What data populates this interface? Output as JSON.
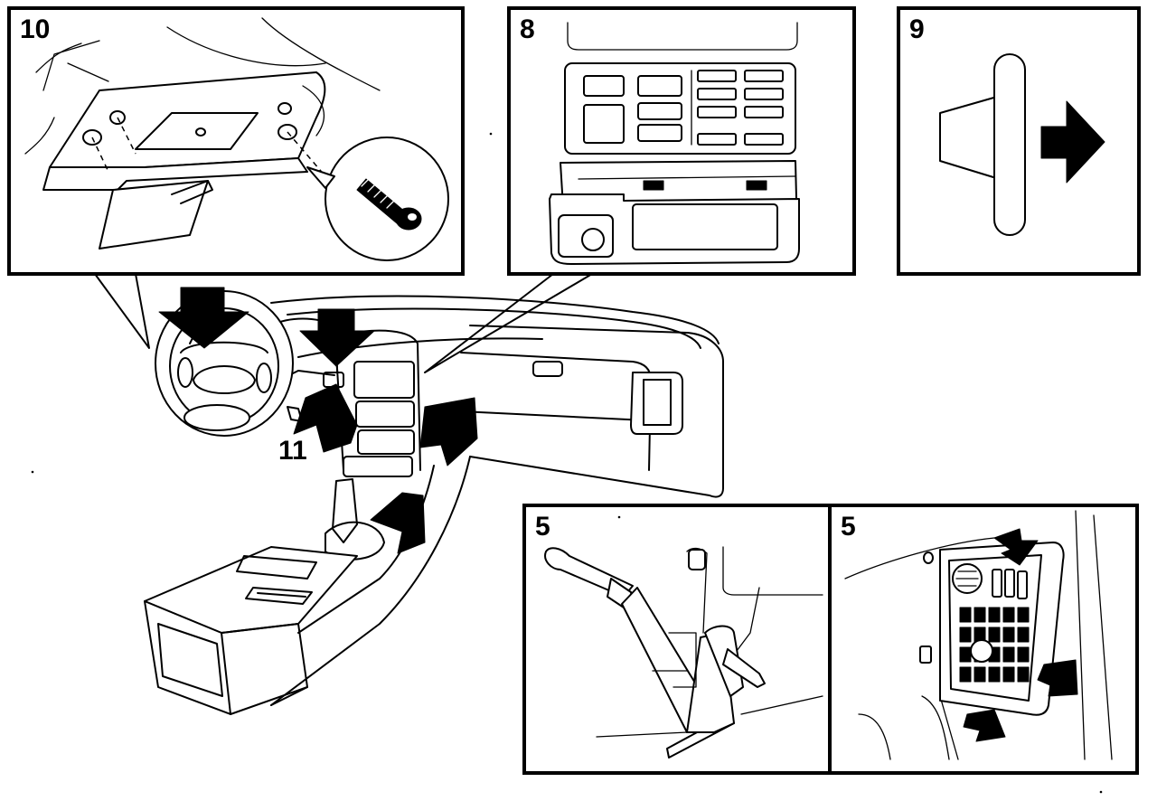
{
  "panels": {
    "p10": {
      "number": "10"
    },
    "p8": {
      "number": "8"
    },
    "p9": {
      "number": "9"
    },
    "p5a": {
      "number": "5"
    },
    "p5b": {
      "number": "5"
    }
  },
  "callouts": {
    "c11": {
      "number": "11"
    }
  },
  "colors": {
    "ink": "#000000",
    "paper": "#ffffff"
  },
  "icons": [
    "screw-icon",
    "push-arrow-icon",
    "removal-arrow-icon"
  ]
}
